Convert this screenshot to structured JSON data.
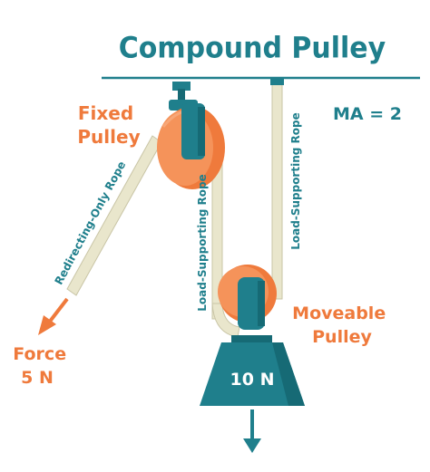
{
  "title": "Compound Pulley",
  "ma_label": "MA = 2",
  "fixed_pulley": {
    "line1": "Fixed",
    "line2": "Pulley"
  },
  "moveable_pulley": {
    "line1": "Moveable",
    "line2": "Pulley"
  },
  "force": {
    "line1": "Force",
    "line2": "5 N"
  },
  "weight_label": "10 N",
  "rope_labels": {
    "redirecting": "Redirecting-Only Rope",
    "load_left": "Load-Supporting Rope",
    "load_right": "Load-Supporting Rope"
  },
  "colors": {
    "teal": "#1f7f8c",
    "teal_dark": "#166a75",
    "orange": "#ef7a3c",
    "orange_light": "#f5935a",
    "rope": "#e9e6cc",
    "rope_edge": "#c9c5a6"
  }
}
